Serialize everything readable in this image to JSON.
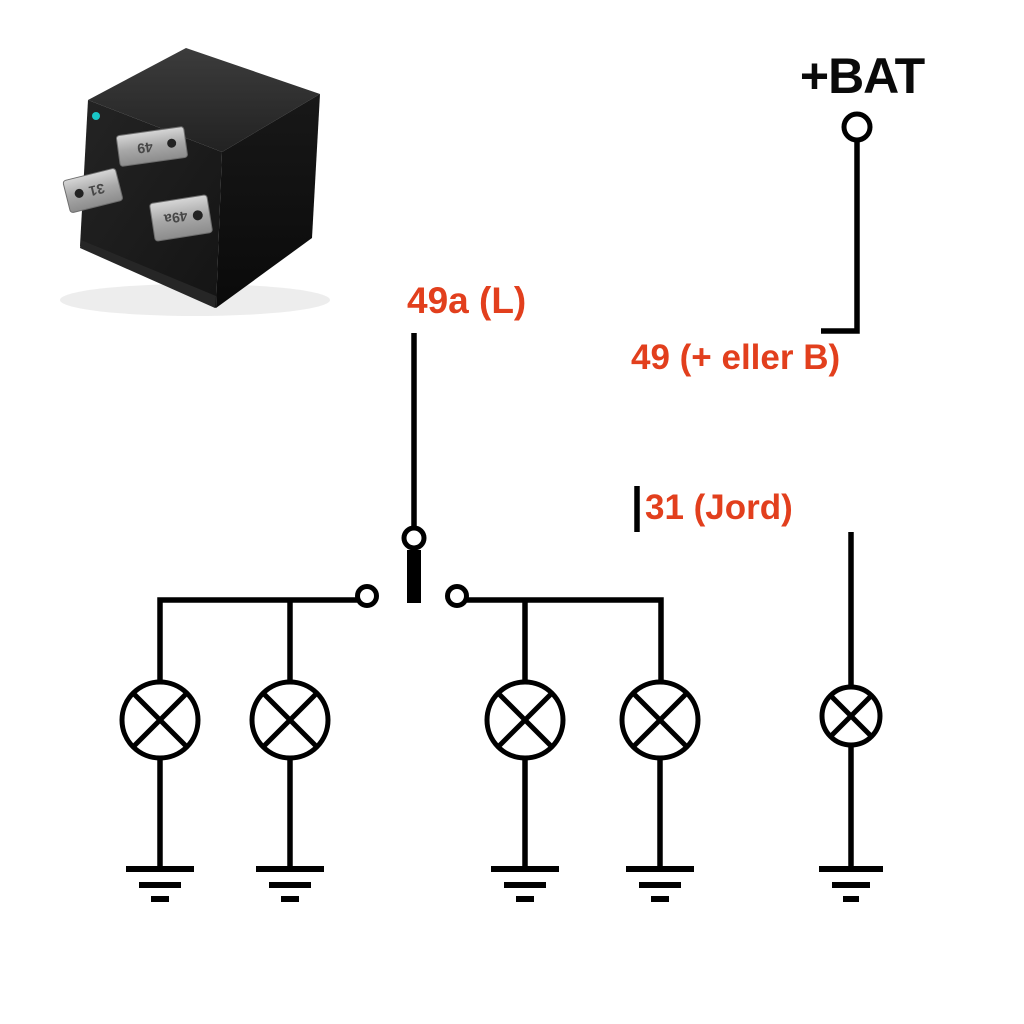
{
  "diagram": {
    "labels": {
      "battery": "+BAT",
      "terminal_49a": "49a (L)",
      "terminal_49": "49 (+ eller B)",
      "terminal_31": "31 (Jord)"
    },
    "relay_photo": {
      "pins": [
        {
          "label": "49"
        },
        {
          "label": "31"
        },
        {
          "label": "49a"
        }
      ]
    },
    "colors": {
      "wire": "#000000",
      "terminal_label": "#e23f1d",
      "battery_label": "#0a0a0a"
    },
    "components": {
      "turn_signal_lamps": 4,
      "indicator_lamp": 1,
      "ground_symbols": 5
    }
  }
}
